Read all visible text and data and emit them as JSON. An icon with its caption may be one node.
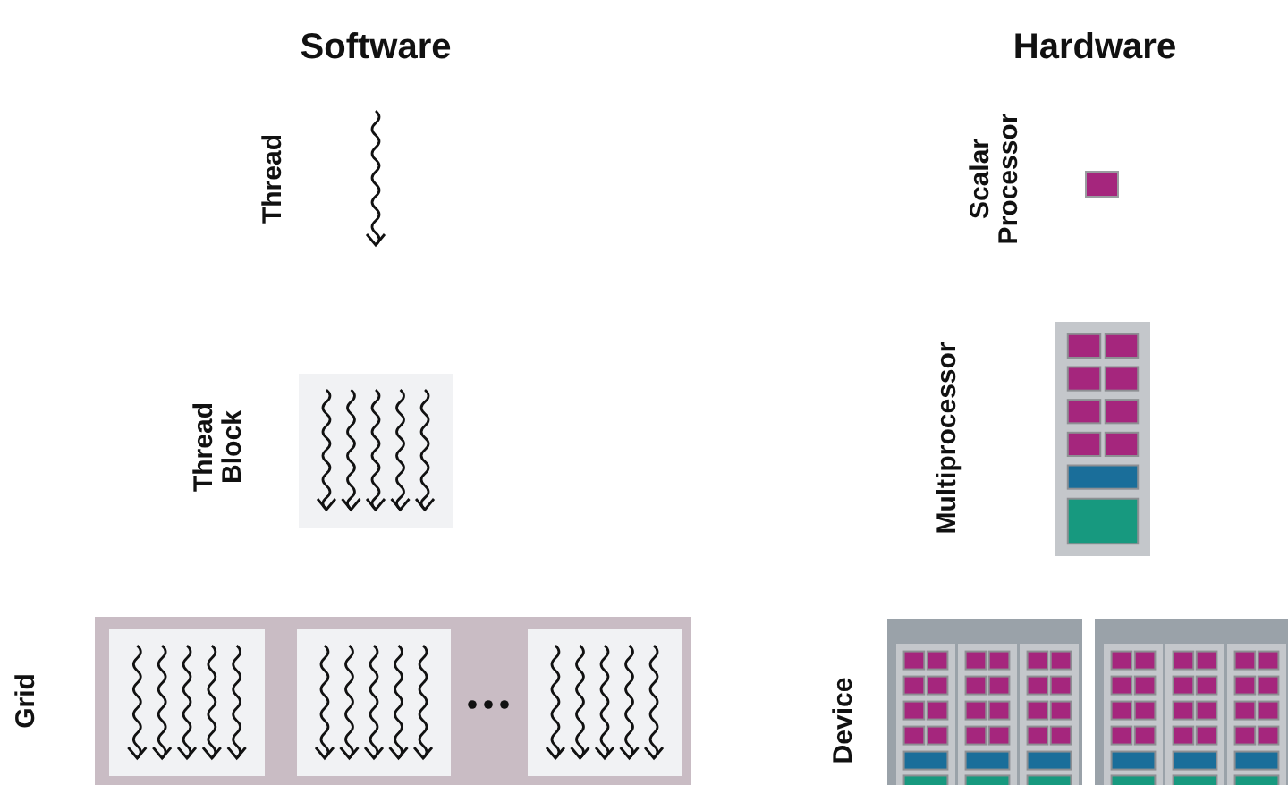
{
  "diagram": {
    "labels": [
      "Software",
      "Hardware",
      "Thread",
      "Scalar Processor",
      "Thread Block",
      "Multiprocessor",
      "Grid",
      "Device"
    ]
  }
}
